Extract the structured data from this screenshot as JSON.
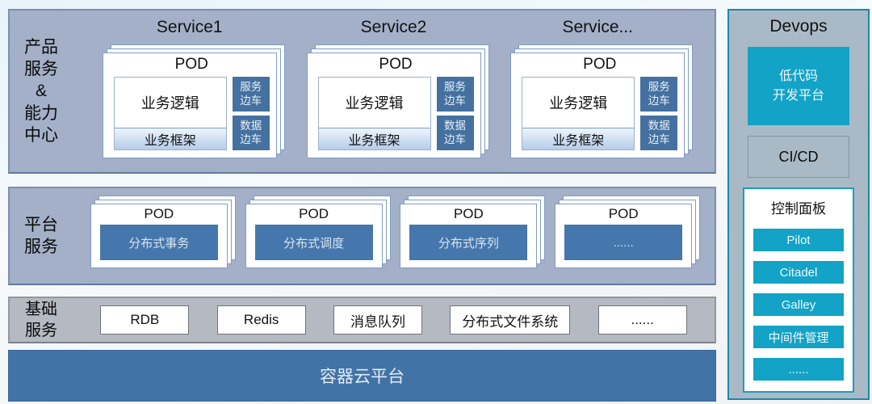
{
  "product": {
    "label": "产品\n服务\n&\n能力\n中心",
    "services": [
      {
        "title": "Service1",
        "pod": {
          "title": "POD",
          "logic": "业务逻辑",
          "framework": "业务框架",
          "sidecar_top": "服务\n边车",
          "sidecar_bottom": "数据\n边车"
        }
      },
      {
        "title": "Service2",
        "pod": {
          "title": "POD",
          "logic": "业务逻辑",
          "framework": "业务框架",
          "sidecar_top": "服务\n边车",
          "sidecar_bottom": "数据\n边车"
        }
      },
      {
        "title": "Service...",
        "pod": {
          "title": "POD",
          "logic": "业务逻辑",
          "framework": "业务框架",
          "sidecar_top": "服务\n边车",
          "sidecar_bottom": "数据\n边车"
        }
      }
    ]
  },
  "platform": {
    "label": "平台\n服务",
    "pods": [
      {
        "title": "POD",
        "name": "分布式事务"
      },
      {
        "title": "POD",
        "name": "分布式调度"
      },
      {
        "title": "POD",
        "name": "分布式序列"
      },
      {
        "title": "POD",
        "name": "......"
      }
    ]
  },
  "basic": {
    "label": "基础\n服务",
    "items": [
      "RDB",
      "Redis",
      "消息队列",
      "分布式文件系统",
      "......"
    ]
  },
  "cloud": {
    "label": "容器云平台"
  },
  "devops": {
    "title": "Devops",
    "lowcode": "低代码\n开发平台",
    "cicd": "CI/CD",
    "panel": {
      "title": "控制面板",
      "items": [
        "Pilot",
        "Citadel",
        "Galley",
        "中间件管理",
        "......"
      ]
    }
  },
  "colors": {
    "band_blue": "#a3b0c8",
    "band_gray": "#b5b9c2",
    "sidecar_blue": "#44719f",
    "pod_box_blue": "#4577ad",
    "cloud_bar_blue": "#4173a6",
    "devops_teal": "#12a3c6",
    "devops_bg": "#a9bac6"
  }
}
